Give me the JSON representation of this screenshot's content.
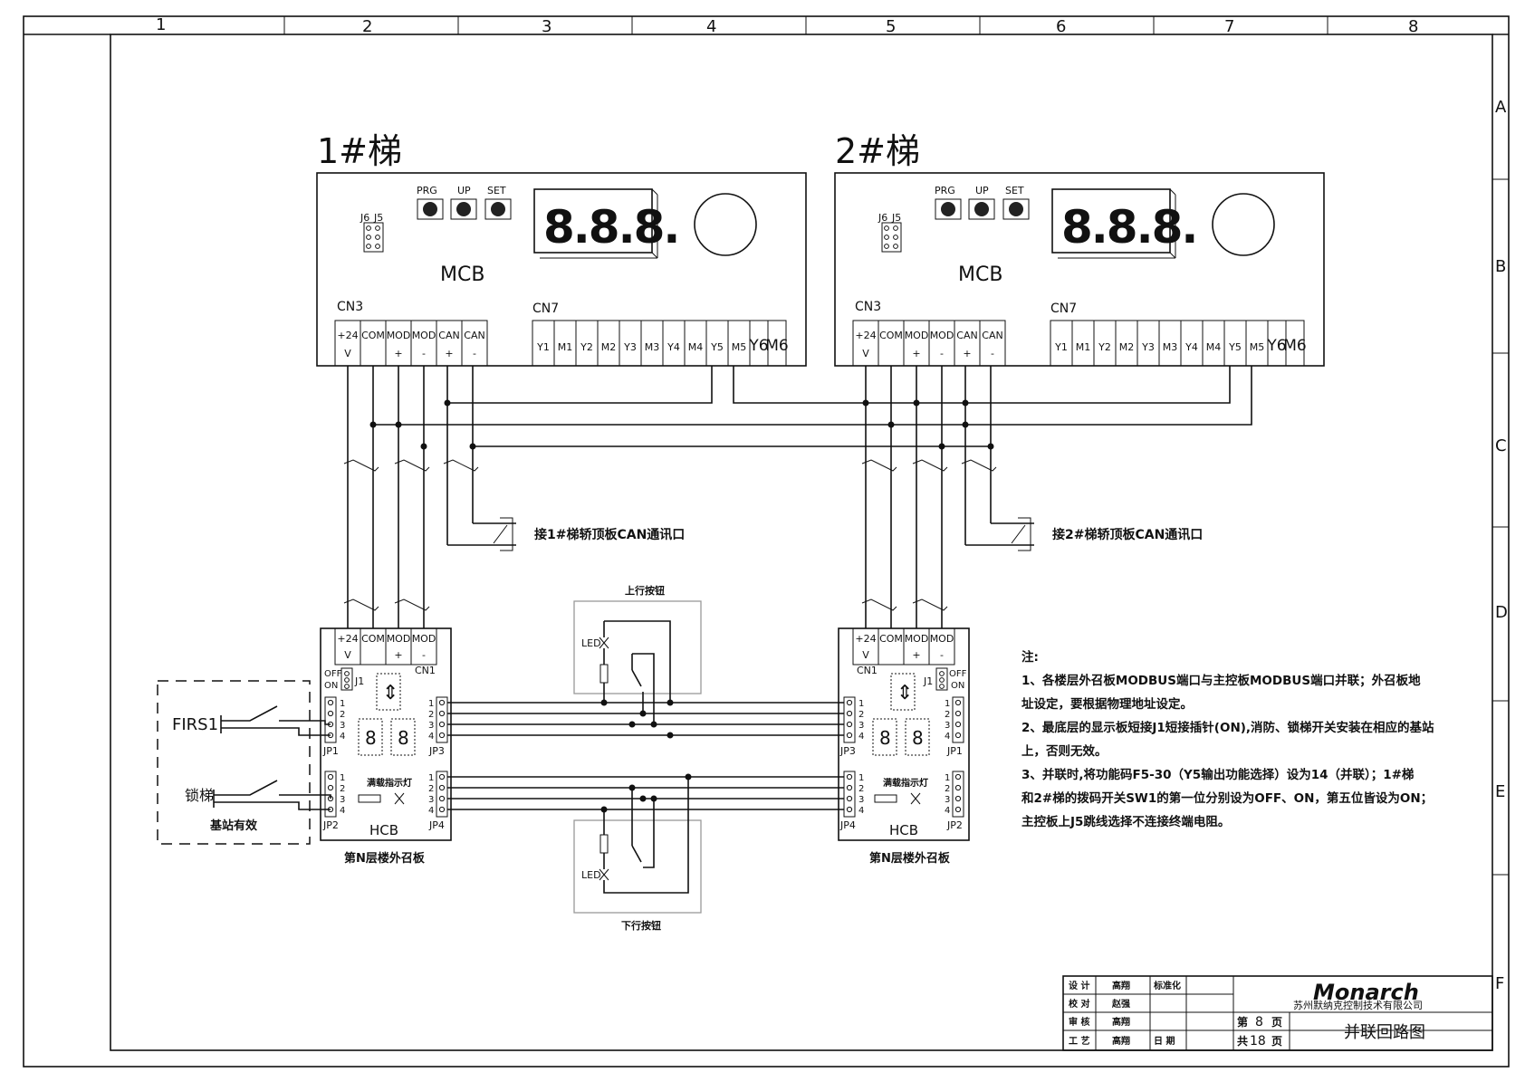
{
  "frame": {
    "columns": [
      "1",
      "2",
      "3",
      "4",
      "5",
      "6",
      "7",
      "8"
    ],
    "rows": [
      "A",
      "B",
      "C",
      "D",
      "E",
      "F"
    ]
  },
  "mcb": [
    {
      "title": "1#梯",
      "label": "MCB",
      "display": "8.8.8.",
      "buttons": [
        "PRG",
        "UP",
        "SET"
      ],
      "jumpers": [
        "J6",
        "J5"
      ],
      "cn3_label": "CN3",
      "cn3_pins": [
        [
          "+24",
          "V"
        ],
        [
          "COM",
          ""
        ],
        [
          "MOD",
          "+"
        ],
        [
          "MOD",
          "-"
        ],
        [
          "CAN",
          "+"
        ],
        [
          "CAN",
          "-"
        ]
      ],
      "cn7_label": "CN7",
      "cn7_pins": [
        "Y1",
        "M1",
        "Y2",
        "M2",
        "Y3",
        "M3",
        "Y4",
        "M4",
        "Y5",
        "M5",
        "Y6",
        "M6"
      ]
    },
    {
      "title": "2#梯",
      "label": "MCB",
      "display": "8.8.8.",
      "buttons": [
        "PRG",
        "UP",
        "SET"
      ],
      "jumpers": [
        "J6",
        "J5"
      ],
      "cn3_label": "CN3",
      "cn3_pins": [
        [
          "+24",
          "V"
        ],
        [
          "COM",
          ""
        ],
        [
          "MOD",
          "+"
        ],
        [
          "MOD",
          "-"
        ],
        [
          "CAN",
          "+"
        ],
        [
          "CAN",
          "-"
        ]
      ],
      "cn7_label": "CN7",
      "cn7_pins": [
        "Y1",
        "M1",
        "Y2",
        "M2",
        "Y3",
        "M3",
        "Y4",
        "M4",
        "Y5",
        "M5",
        "Y6",
        "M6"
      ]
    }
  ],
  "can_notes": [
    "接1#梯轿顶板CAN通讯口",
    "接2#梯轿顶板CAN通讯口"
  ],
  "hcb": [
    {
      "label": "HCB",
      "caption": "第N层楼外召板",
      "cn1_label": "CN1",
      "cn1_pins": [
        [
          "+24",
          "V"
        ],
        [
          "COM",
          ""
        ],
        [
          "MOD",
          "+"
        ],
        [
          "MOD",
          "-"
        ]
      ],
      "j1_label": "J1",
      "off_on": [
        "OFF",
        "ON"
      ],
      "jp_left_top": "JP1",
      "jp_left_bottom": "JP2",
      "jp_right_top": "JP3",
      "jp_right_bottom": "JP4",
      "pin_numbers": [
        "1",
        "2",
        "3",
        "4"
      ],
      "overload_label": "满载指示灯"
    },
    {
      "label": "HCB",
      "caption": "第N层楼外召板",
      "cn1_label": "CN1",
      "cn1_pins": [
        [
          "+24",
          "V"
        ],
        [
          "COM",
          ""
        ],
        [
          "MOD",
          "+"
        ],
        [
          "MOD",
          "-"
        ]
      ],
      "j1_label": "J1",
      "off_on": [
        "OFF",
        "ON"
      ],
      "jp_left_top": "JP3",
      "jp_left_bottom": "JP4",
      "jp_right_top": "JP1",
      "jp_right_bottom": "JP2",
      "pin_numbers": [
        "1",
        "2",
        "3",
        "4"
      ],
      "overload_label": "满载指示灯"
    }
  ],
  "base_station": {
    "switch1": "FIRS1",
    "switch2": "锁梯",
    "caption": "基站有效"
  },
  "buttons": {
    "up_label": "上行按钮",
    "down_label": "下行按钮",
    "led_label": "LED"
  },
  "notes": {
    "heading": "注:",
    "lines": [
      "1、各楼层外召板MODBUS端口与主控板MODBUS端口并联；外召板地",
      "址设定，要根据物理地址设定。",
      "2、最底层的显示板短接J1短接插针(ON),消防、锁梯开关安装在相应的基站",
      "上，否则无效。",
      "3、并联时,将功能码F5-30（Y5输出功能选择）设为14（并联）；1#梯",
      "和2#梯的拨码开关SW1的第一位分别设为OFF、ON，第五位皆设为ON；",
      "主控板上J5跳线选择不连接终端电阻。"
    ]
  },
  "title_block": {
    "r1": [
      "设 计",
      "高翔",
      "标准化"
    ],
    "r2": [
      "校 对",
      "赵强"
    ],
    "r3": [
      "审 核",
      "高翔"
    ],
    "r4": [
      "工 艺",
      "高翔",
      "日 期"
    ],
    "company_logo": "Monarch",
    "company": "苏州默纳克控制技术有限公司",
    "page_prefix": "第",
    "page": "8",
    "page_unit": "页",
    "total_prefix": "共",
    "total": "18",
    "total_unit": "页",
    "drawing_title": "并联回路图"
  }
}
